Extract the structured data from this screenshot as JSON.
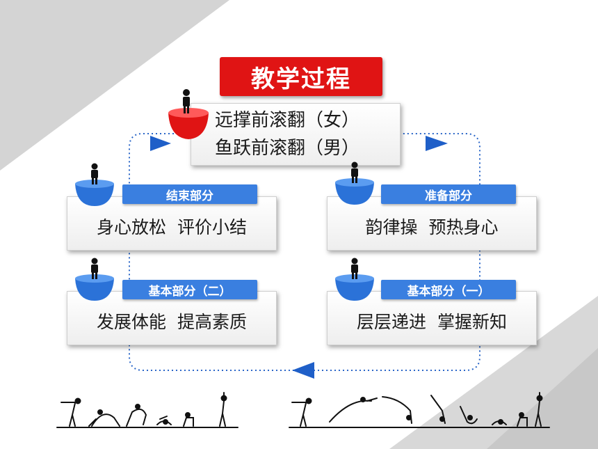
{
  "title": "教学过程",
  "center": {
    "line1": "远撑前滚翻（女）",
    "line2": "鱼跃前滚翻（男）"
  },
  "stages": {
    "end": {
      "label": "结束部分",
      "text": "身心放松  评价小结"
    },
    "prep": {
      "label": "准备部分",
      "text": "韵律操  预热身心"
    },
    "basic2": {
      "label": "基本部分（二）",
      "text": "发展体能  提高素质"
    },
    "basic1": {
      "label": "基本部分（一）",
      "text": "层层递进  掌握新知"
    }
  },
  "colors": {
    "accent_red": "#e01414",
    "accent_blue": "#3a7fe0",
    "arrow_blue": "#1f5fc8"
  },
  "icons": [
    "person-icon",
    "bowl-icon",
    "arrow-right-icon",
    "arrow-left-icon",
    "gymnast-sequence"
  ]
}
